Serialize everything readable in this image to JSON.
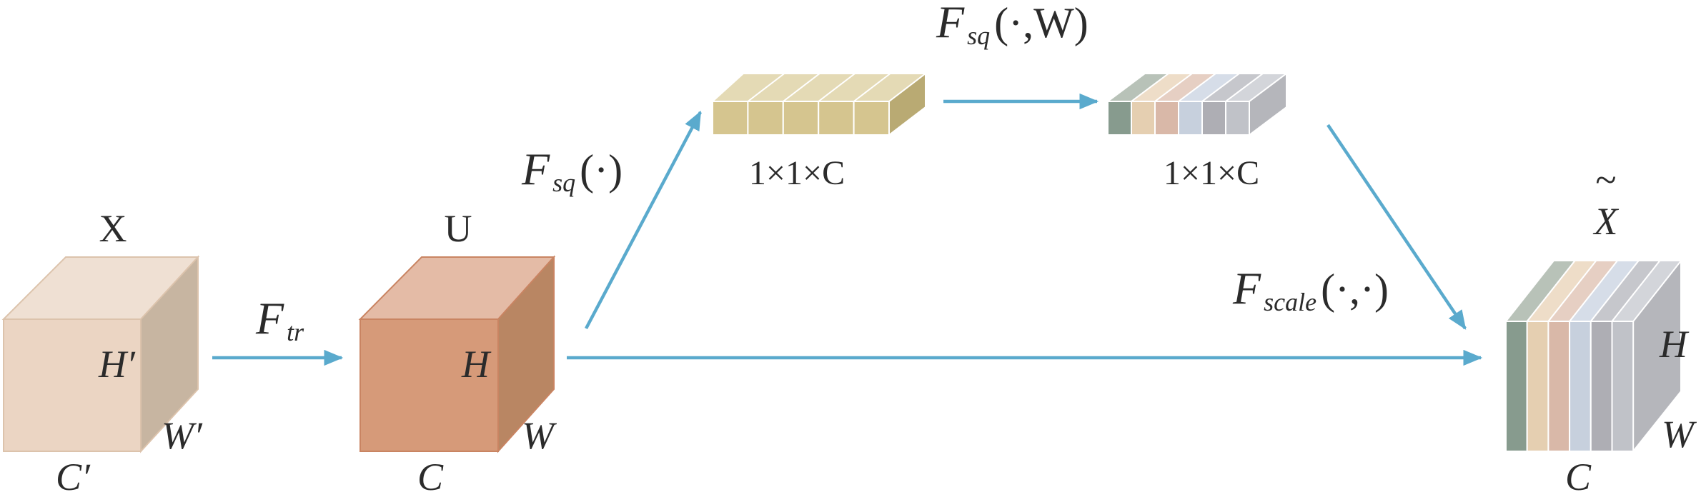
{
  "colors": {
    "arrow": "#5aaacd",
    "x_cube": {
      "front": "#ebd5c3",
      "top": "#efe0d3",
      "side": "#c7b5a1",
      "edge": "#dcc3ac"
    },
    "u_cube": {
      "front": "#d69a79",
      "top": "#e4bba6",
      "side": "#b98663",
      "edge": "#c98462"
    },
    "squeeze_cell": {
      "front": "#d5c58f",
      "top": "#e4dab5",
      "side": "#b9aa73"
    },
    "excite_cells": [
      "#879b8e",
      "#e5cfb1",
      "#d9b8a8",
      "#c7d0dd",
      "#aeaeb4",
      "#c0c2c8"
    ],
    "excite_tops": [
      "#b8c2b8",
      "#eeddc8",
      "#e6cfc3",
      "#d6dde8",
      "#c6c7cc",
      "#d3d5da"
    ],
    "output_side": "#b5b6bb"
  },
  "labels": {
    "x": "X",
    "x_h": "H′",
    "x_w": "W′",
    "x_c": "C′",
    "u": "U",
    "u_h": "H",
    "u_w": "W",
    "u_c": "C",
    "ftr_main": "F",
    "ftr_sub": "tr",
    "fsq_main": "F",
    "fsq_sub": "sq",
    "fsq_args": "(·)",
    "fsqw_main": "F",
    "fsqw_sub": "sq",
    "fsqw_args": "(·,W)",
    "squeeze_dim": "1×1×C",
    "excite_dim": "1×1×C",
    "fscale_main": "F",
    "fscale_sub": "scale",
    "fscale_args": "(·,·)",
    "out_main": "X",
    "out_tilde": "~",
    "out_h": "H",
    "out_w": "W",
    "out_c": "C"
  }
}
